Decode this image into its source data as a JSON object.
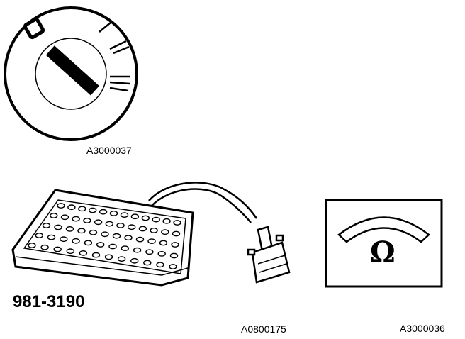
{
  "figures": {
    "ignition_switch": {
      "code": "A3000037"
    },
    "breakout_box": {
      "part_number": "981-3190"
    },
    "connector": {
      "code": "A0800175"
    },
    "ohmmeter": {
      "code": "A3000036",
      "symbol": "Ω"
    }
  },
  "colors": {
    "ink": "#000000",
    "paper": "#ffffff"
  },
  "breakout_box_pins": {
    "rows": 5,
    "per_row": 12
  }
}
